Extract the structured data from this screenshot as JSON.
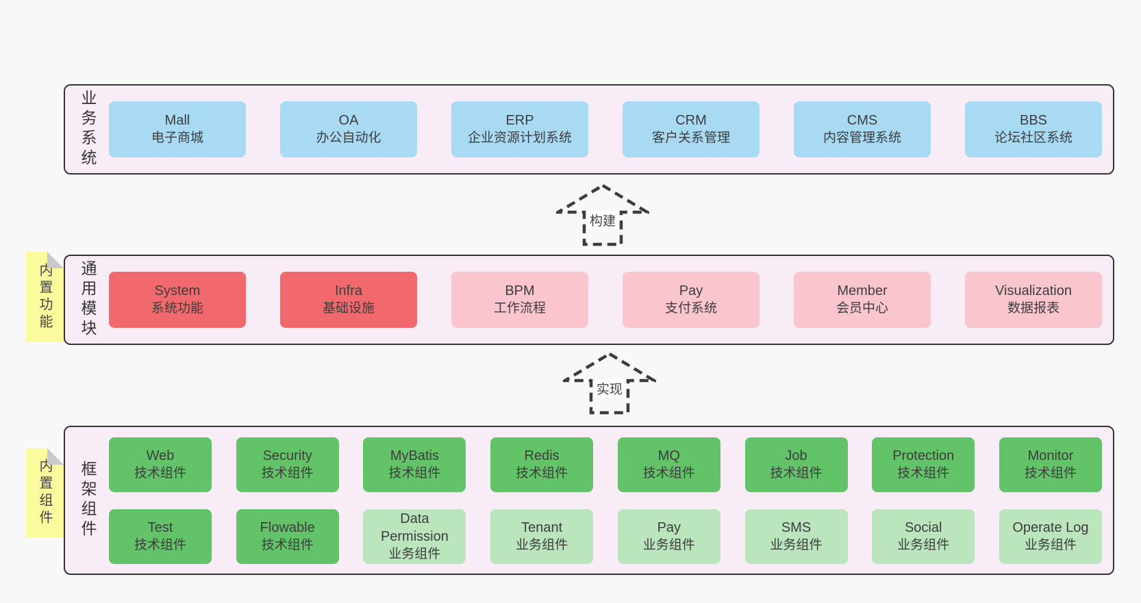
{
  "colors": {
    "page_bg": "#f8f8f8",
    "band_bg": "#f8edf6",
    "band_border": "#333333",
    "blue": "#a9daf4",
    "red": "#f2696d",
    "pink": "#fbc5ce",
    "green_dark": "#62c368",
    "green_light": "#bbe5bd",
    "note_yellow": "#fbfb9d",
    "note_fold": "#c9c9c9",
    "text": "#3d3d3d"
  },
  "arrows": [
    {
      "label": "构建"
    },
    {
      "label": "实现"
    }
  ],
  "bands": [
    {
      "label": "业务系统",
      "boxes": [
        {
          "title": "Mall",
          "subtitle": "电子商城",
          "variant": "blue"
        },
        {
          "title": "OA",
          "subtitle": "办公自动化",
          "variant": "blue"
        },
        {
          "title": "ERP",
          "subtitle": "企业资源计划系统",
          "variant": "blue"
        },
        {
          "title": "CRM",
          "subtitle": "客户关系管理",
          "variant": "blue"
        },
        {
          "title": "CMS",
          "subtitle": "内容管理系统",
          "variant": "blue"
        },
        {
          "title": "BBS",
          "subtitle": "论坛社区系统",
          "variant": "blue"
        }
      ]
    },
    {
      "label": "通用模块",
      "note": "内置功能",
      "boxes": [
        {
          "title": "System",
          "subtitle": "系统功能",
          "variant": "red"
        },
        {
          "title": "Infra",
          "subtitle": "基础设施",
          "variant": "red"
        },
        {
          "title": "BPM",
          "subtitle": "工作流程",
          "variant": "pink"
        },
        {
          "title": "Pay",
          "subtitle": "支付系统",
          "variant": "pink"
        },
        {
          "title": "Member",
          "subtitle": "会员中心",
          "variant": "pink"
        },
        {
          "title": "Visualization",
          "subtitle": "数据报表",
          "variant": "pink"
        }
      ]
    },
    {
      "label": "框架组件",
      "note": "内置组件",
      "rows": [
        [
          {
            "title": "Web",
            "subtitle": "技术组件",
            "variant": "green-dark"
          },
          {
            "title": "Security",
            "subtitle": "技术组件",
            "variant": "green-dark"
          },
          {
            "title": "MyBatis",
            "subtitle": "技术组件",
            "variant": "green-dark"
          },
          {
            "title": "Redis",
            "subtitle": "技术组件",
            "variant": "green-dark"
          },
          {
            "title": "MQ",
            "subtitle": "技术组件",
            "variant": "green-dark"
          },
          {
            "title": "Job",
            "subtitle": "技术组件",
            "variant": "green-dark"
          },
          {
            "title": "Protection",
            "subtitle": "技术组件",
            "variant": "green-dark"
          },
          {
            "title": "Monitor",
            "subtitle": "技术组件",
            "variant": "green-dark"
          }
        ],
        [
          {
            "title": "Test",
            "subtitle": "技术组件",
            "variant": "green-dark"
          },
          {
            "title": "Flowable",
            "subtitle": "技术组件",
            "variant": "green-dark"
          },
          {
            "title": "Data Permission",
            "subtitle": "业务组件",
            "variant": "green-light"
          },
          {
            "title": "Tenant",
            "subtitle": "业务组件",
            "variant": "green-light"
          },
          {
            "title": "Pay",
            "subtitle": "业务组件",
            "variant": "green-light"
          },
          {
            "title": "SMS",
            "subtitle": "业务组件",
            "variant": "green-light"
          },
          {
            "title": "Social",
            "subtitle": "业务组件",
            "variant": "green-light"
          },
          {
            "title": "Operate Log",
            "subtitle": "业务组件",
            "variant": "green-light"
          }
        ]
      ]
    }
  ]
}
